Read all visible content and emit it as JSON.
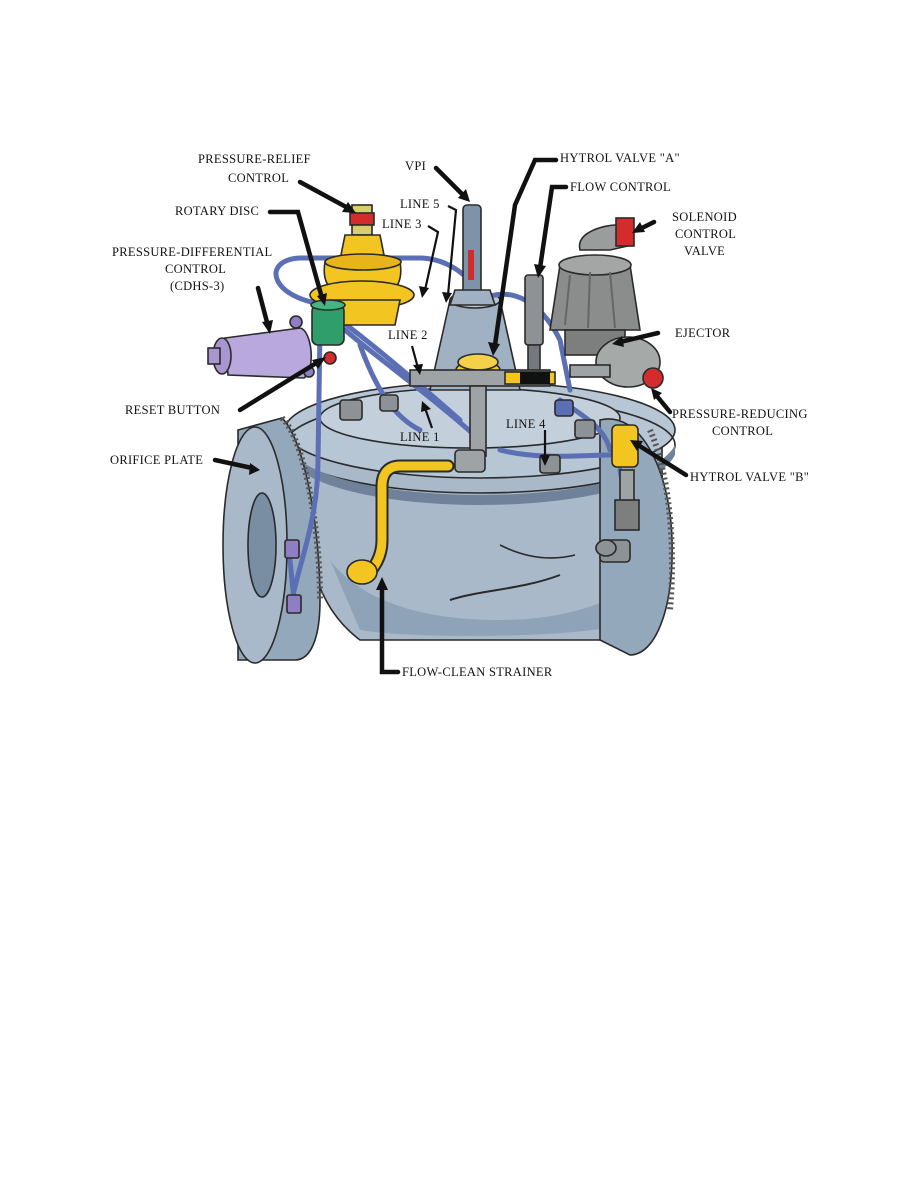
{
  "labels": {
    "pressure_relief_1": "PRESSURE-RELIEF",
    "pressure_relief_2": "CONTROL",
    "vpi": "VPI",
    "hytrol_a": "HYTROL VALVE \"A\"",
    "flow_control": "FLOW CONTROL",
    "line5": "LINE 5",
    "line3": "LINE 3",
    "rotary_disc": "ROTARY DISC",
    "solenoid_1": "SOLENOID",
    "solenoid_2": "CONTROL",
    "solenoid_3": "VALVE",
    "pdc_1": "PRESSURE-DIFFERENTIAL",
    "pdc_2": "CONTROL",
    "pdc_3": "(CDHS-3)",
    "ejector": "EJECTOR",
    "line2": "LINE 2",
    "reset_button": "RESET BUTTON",
    "pressure_reducing_1": "PRESSURE-REDUCING",
    "pressure_reducing_2": "CONTROL",
    "line1": "LINE 1",
    "line4": "LINE 4",
    "orifice_plate": "ORIFICE PLATE",
    "hytrol_b": "HYTROL VALVE \"B\"",
    "flow_clean_strainer": "FLOW-CLEAN STRAINER"
  },
  "colors": {
    "valve_body": "#a9b9c9",
    "valve_body_dark": "#7f93a8",
    "tubing_blue": "#5b6fb5",
    "pilot_yellow": "#f2c521",
    "control_green": "#2f9e6a",
    "solenoid_gray": "#8a8d8c",
    "pdc_purple": "#b9a8dd",
    "red_accent": "#d42c2c",
    "leader_black": "#111111"
  }
}
